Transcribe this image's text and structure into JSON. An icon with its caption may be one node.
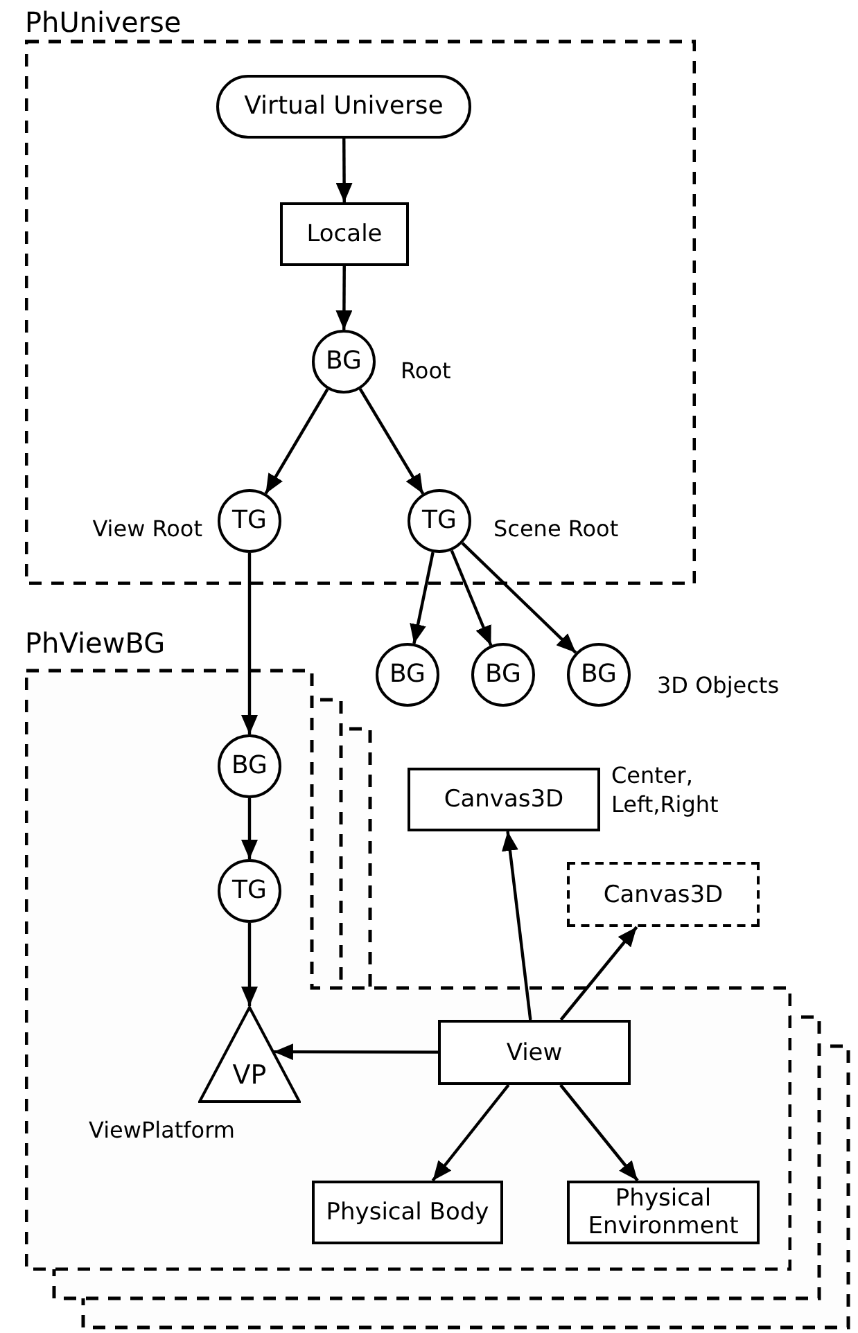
{
  "diagram": {
    "nodes": [
      {
        "text": [
          "PhUniverse"
        ]
      },
      {
        "text": [
          "Virtual Universe"
        ],
        "in": 0
      },
      {
        "text": [
          "Locale"
        ],
        "in": 0
      },
      {
        "text": [
          "BG"
        ],
        "in": 0,
        "beside": [
          "Root"
        ]
      },
      {
        "text": [
          "TG"
        ],
        "in": 0,
        "beside": [
          "View Root"
        ]
      },
      {
        "text": [
          "TG"
        ],
        "in": 0,
        "beside": [
          "Scene Root"
        ]
      },
      {
        "text": [
          "BG"
        ]
      },
      {
        "text": [
          "BG"
        ]
      },
      {
        "text": [
          "BG"
        ]
      },
      {
        "text": [
          "PhViewBG"
        ]
      },
      {
        "text": [
          "BG"
        ],
        "in": 9
      },
      {
        "text": [
          "TG"
        ],
        "in": 9
      },
      {
        "text": [
          "VP"
        ],
        "in": 9,
        "beside": [
          "ViewPlatform"
        ]
      },
      {
        "text": [
          "Canvas3D"
        ],
        "beside": [
          "Center, Left,Right"
        ]
      },
      {
        "text": [
          "Canvas3D"
        ]
      },
      {
        "text": [
          "View"
        ],
        "in": 9
      },
      {
        "text": [
          "Physical Body"
        ],
        "in": 9
      },
      {
        "text": [
          "Physical Environment"
        ],
        "in": 9
      }
    ],
    "edges": [
      {
        "from": 1,
        "to": 2,
        "arrow": "to"
      },
      {
        "from": 2,
        "to": 3,
        "arrow": "to"
      },
      {
        "from": 3,
        "to": 4,
        "arrow": "to"
      },
      {
        "from": 3,
        "to": 5,
        "arrow": "to"
      },
      {
        "from": 5,
        "to": 6,
        "arrow": "to"
      },
      {
        "from": 5,
        "to": 7,
        "arrow": "to"
      },
      {
        "from": 5,
        "to": 8,
        "arrow": "to"
      },
      {
        "from": 4,
        "to": 10,
        "arrow": "to"
      },
      {
        "from": 10,
        "to": 11,
        "arrow": "to"
      },
      {
        "from": 11,
        "to": 12,
        "arrow": "to"
      },
      {
        "from": 15,
        "to": 12,
        "arrow": "to"
      },
      {
        "from": 15,
        "to": 13,
        "arrow": "to"
      },
      {
        "from": 15,
        "to": 14,
        "arrow": "to"
      },
      {
        "from": 15,
        "to": 16,
        "arrow": "to"
      },
      {
        "from": 15,
        "to": 17,
        "arrow": "to"
      }
    ],
    "labels": [
      "3D Objects"
    ]
  }
}
